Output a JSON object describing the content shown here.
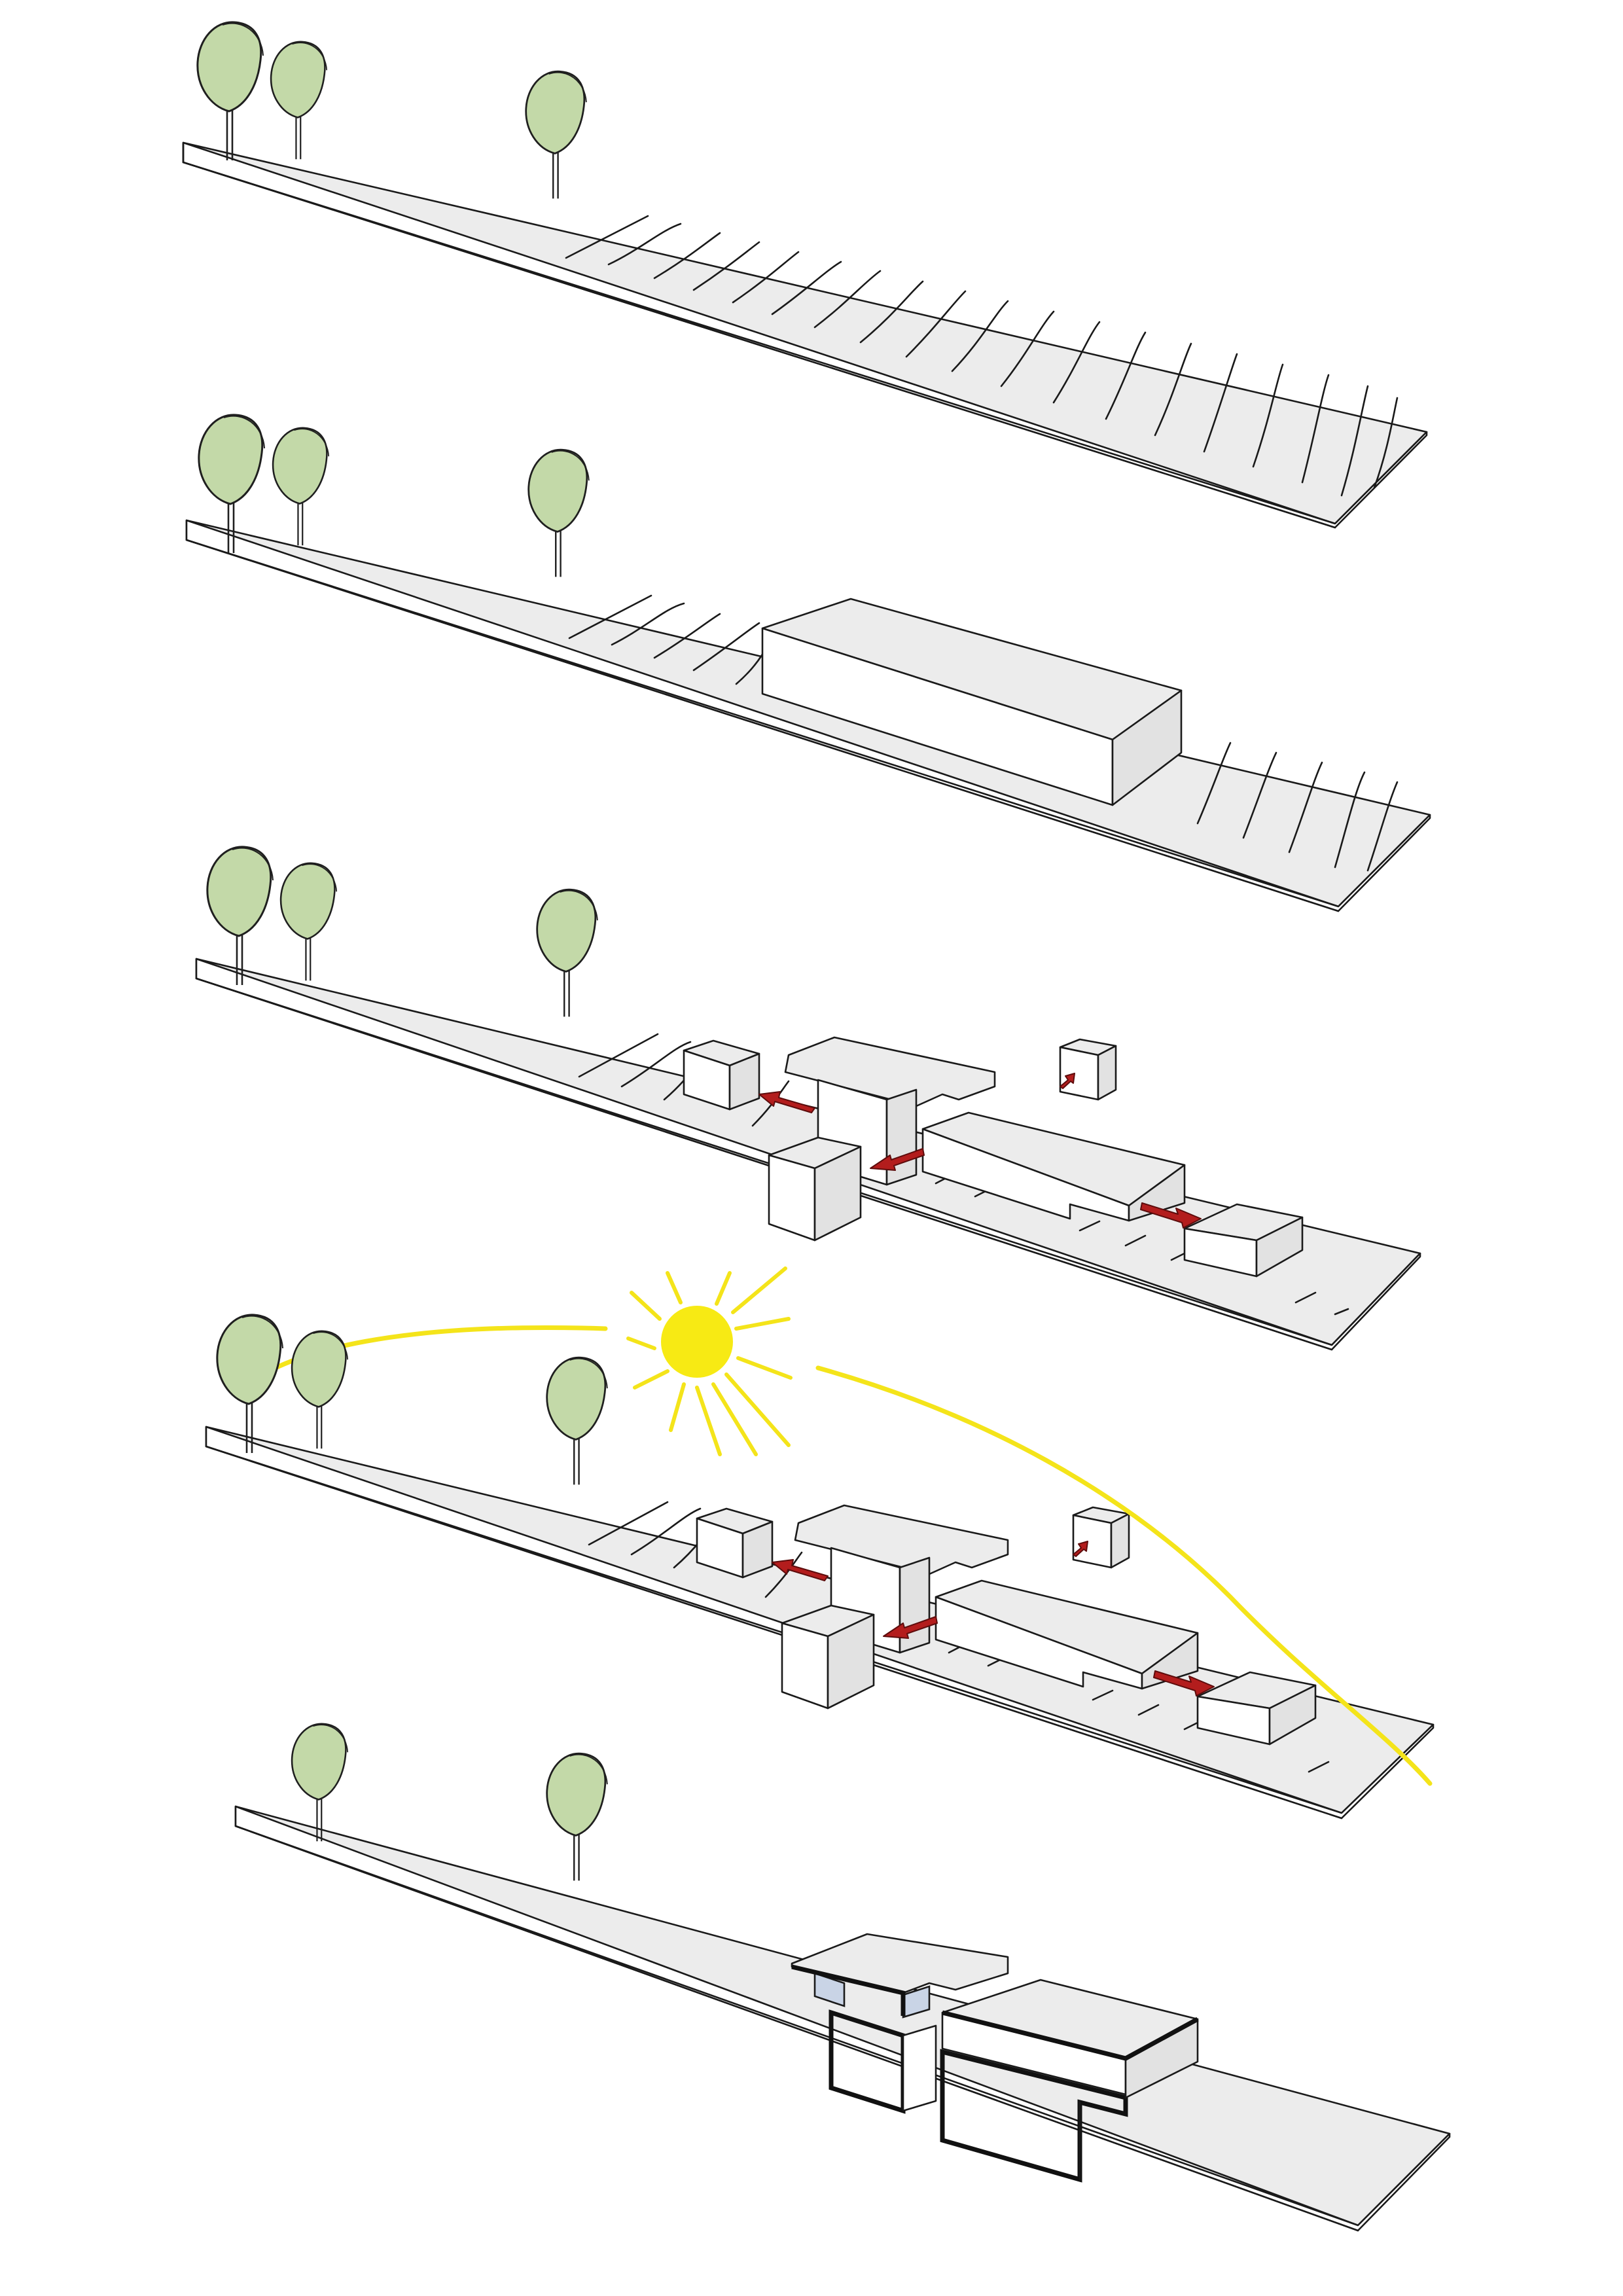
{
  "figure": {
    "panel_count": 5,
    "background": "#ffffff",
    "colors": {
      "tree_canopy": "#c3d9a8",
      "ground_top": "#ececec",
      "arrow": "#b31d1d",
      "sun": "#f7ea14",
      "glazing": "#c9d4e6"
    },
    "panels": [
      {
        "stage": 1,
        "content": [
          "site-slab",
          "sloped-ground",
          "trees"
        ]
      },
      {
        "stage": 2,
        "content": [
          "site-slab",
          "sloped-ground",
          "trees",
          "single-volume"
        ]
      },
      {
        "stage": 3,
        "content": [
          "site-slab",
          "sloped-ground",
          "trees",
          "split-volumes",
          "red-arrows"
        ]
      },
      {
        "stage": 4,
        "content": [
          "site-slab",
          "sloped-ground",
          "trees",
          "split-volumes",
          "red-arrows",
          "sun",
          "sun-path"
        ]
      },
      {
        "stage": 5,
        "content": [
          "site-slab",
          "trees",
          "building-section"
        ]
      }
    ]
  }
}
